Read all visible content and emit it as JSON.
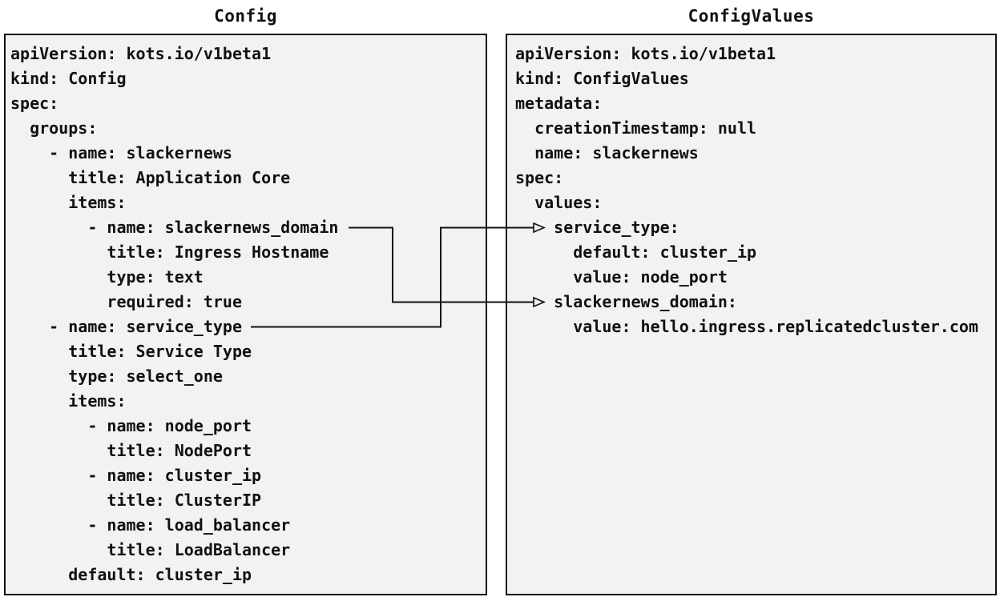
{
  "diagram": {
    "left_panel": {
      "title": "Config",
      "lines": [
        "apiVersion: kots.io/v1beta1",
        "kind: Config",
        "spec:",
        "  groups:",
        "    - name: slackernews",
        "      title: Application Core",
        "      items:",
        "        - name: slackernews_domain",
        "          title: Ingress Hostname",
        "          type: text",
        "          required: true",
        "    - name: service_type",
        "      title: Service Type",
        "      type: select_one",
        "      items:",
        "        - name: node_port",
        "          title: NodePort",
        "        - name: cluster_ip",
        "          title: ClusterIP",
        "        - name: load_balancer",
        "          title: LoadBalancer",
        "      default: cluster_ip"
      ]
    },
    "right_panel": {
      "title": "ConfigValues",
      "lines": [
        "apiVersion: kots.io/v1beta1",
        "kind: ConfigValues",
        "metadata:",
        "  creationTimestamp: null",
        "  name: slackernews",
        "spec:",
        "  values:",
        "    service_type:",
        "      default: cluster_ip",
        "      value: node_port",
        "    slackernews_domain:",
        "      value: hello.ingress.replicatedcluster.com"
      ]
    },
    "arrows": [
      {
        "from": "Config item slackernews_domain",
        "to": "ConfigValues key slackernews_domain"
      },
      {
        "from": "Config item service_type",
        "to": "ConfigValues key service_type"
      }
    ],
    "colors": {
      "panel_background": "#f2f2f2",
      "border": "#111111",
      "text": "#111111"
    }
  }
}
